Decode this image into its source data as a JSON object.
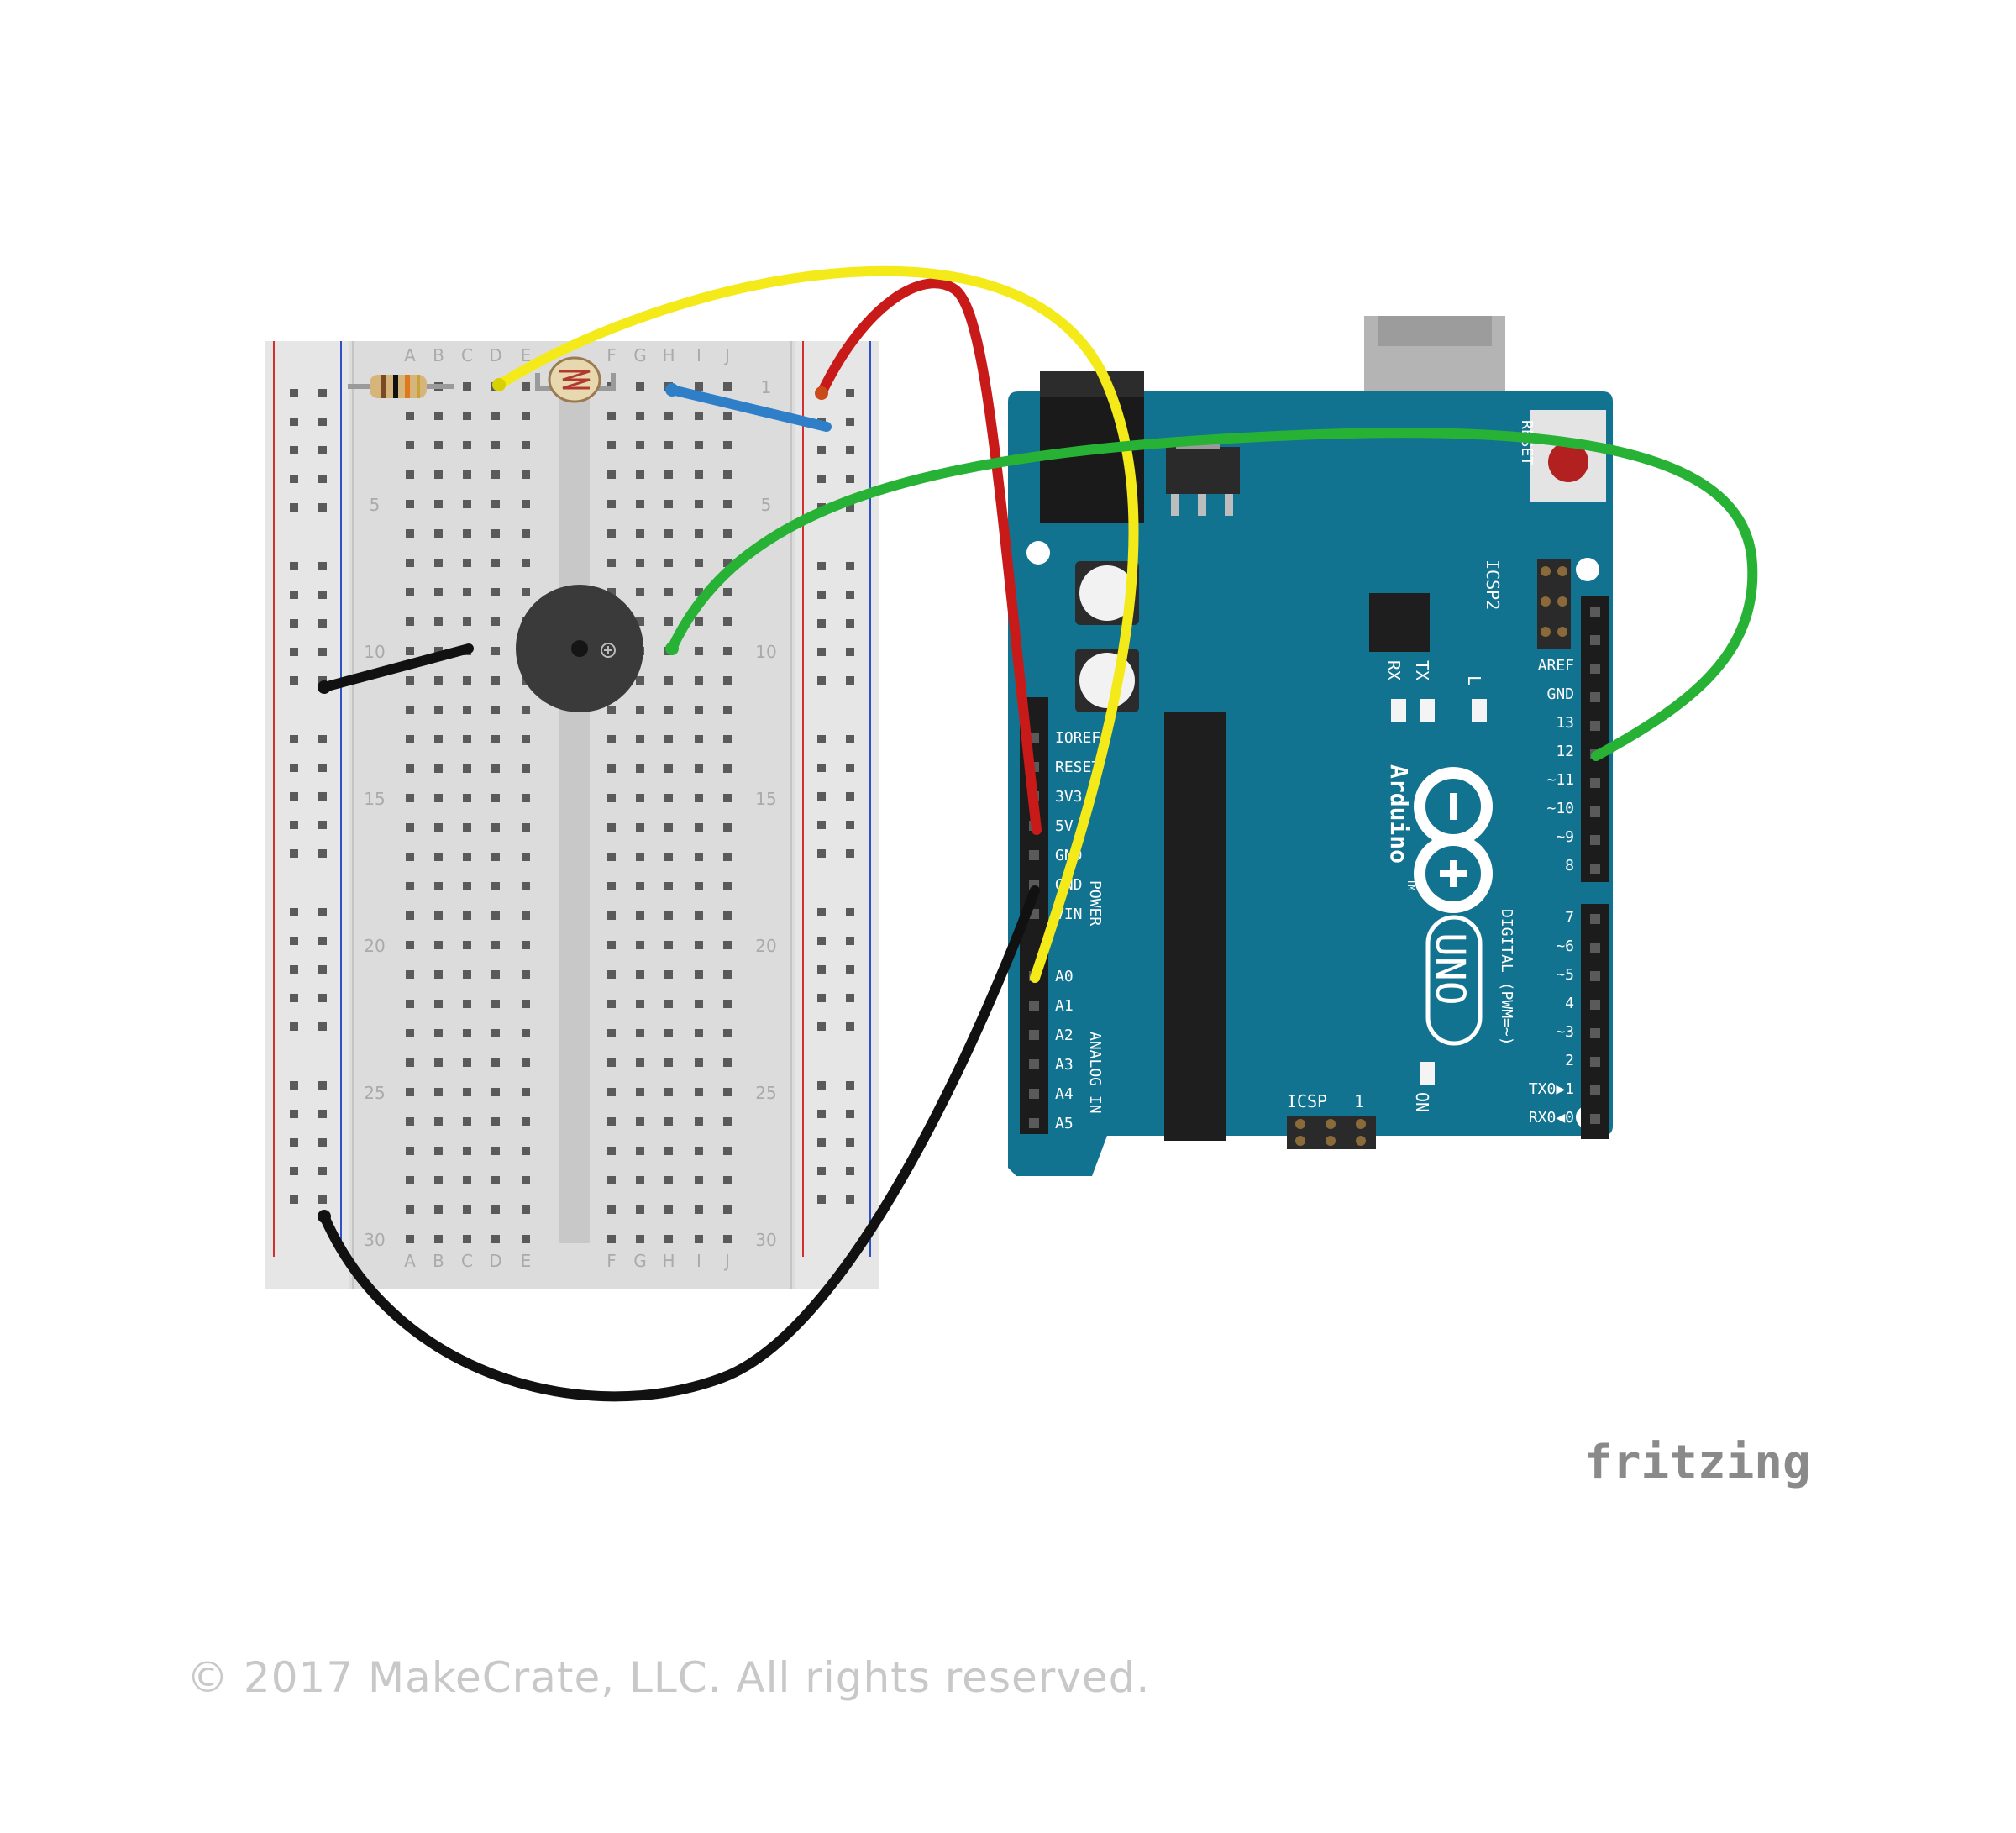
{
  "breadboard": {
    "column_labels_left": [
      "A",
      "B",
      "C",
      "D",
      "E"
    ],
    "column_labels_right": [
      "F",
      "G",
      "H",
      "I",
      "J"
    ],
    "row_numbers": [
      "1",
      "5",
      "10",
      "15",
      "20",
      "25",
      "30"
    ]
  },
  "arduino": {
    "reset_label": "RESET",
    "icsp2_label": "ICSP2",
    "icsp_label": "ICSP",
    "icsp_pin1": "1",
    "led_labels": [
      "RX",
      "TX",
      "L"
    ],
    "on_label": "ON",
    "brand": "Arduino",
    "trademark": "TM",
    "model": "UNO",
    "power_header_title": "POWER",
    "power_pins": [
      "IOREF",
      "RESET",
      "3V3",
      "5V",
      "GND",
      "GND",
      "VIN"
    ],
    "analog_header_title": "ANALOG IN",
    "analog_pins": [
      "A0",
      "A1",
      "A2",
      "A3",
      "A4",
      "A5"
    ],
    "digital_header_title": "DIGITAL (PWM=~)",
    "digital_pins_upper": [
      "AREF",
      "GND",
      "13",
      "12",
      "~11",
      "~10",
      "~9",
      "8"
    ],
    "digital_pins_lower": [
      "7",
      "~6",
      "~5",
      "4",
      "~3",
      "2",
      "TX0▶1",
      "RX0◀0"
    ]
  },
  "watermark": "fritzing",
  "copyright": "© 2017 MakeCrate, LLC.  All rights reserved.",
  "colors": {
    "board": "#127391",
    "wire_yellow": "#f4ea1a",
    "wire_red": "#c91a1a",
    "wire_green": "#27b236",
    "wire_blue": "#2f7ec8",
    "wire_black": "#111111",
    "breadboard": "#dcdcdc"
  }
}
